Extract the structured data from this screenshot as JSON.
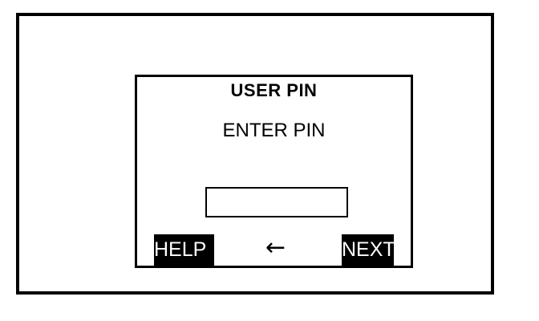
{
  "device": {
    "name": "pin-entry-terminal",
    "frame_color": "#000000",
    "background_color": "#ffffff"
  },
  "screen": {
    "title": "USER PIN",
    "prompt": "ENTER PIN",
    "pin_input": {
      "value": "",
      "placeholder": ""
    }
  },
  "softkeys": {
    "left": {
      "label": "HELP",
      "name": "help-button",
      "background_color": "#000000",
      "text_color": "#ffffff"
    },
    "middle": {
      "label": "←",
      "name": "back-arrow-icon",
      "background_color": "#ffffff",
      "text_color": "#000000"
    },
    "right": {
      "label": "NEXT",
      "name": "next-button",
      "background_color": "#000000",
      "text_color": "#ffffff"
    }
  }
}
